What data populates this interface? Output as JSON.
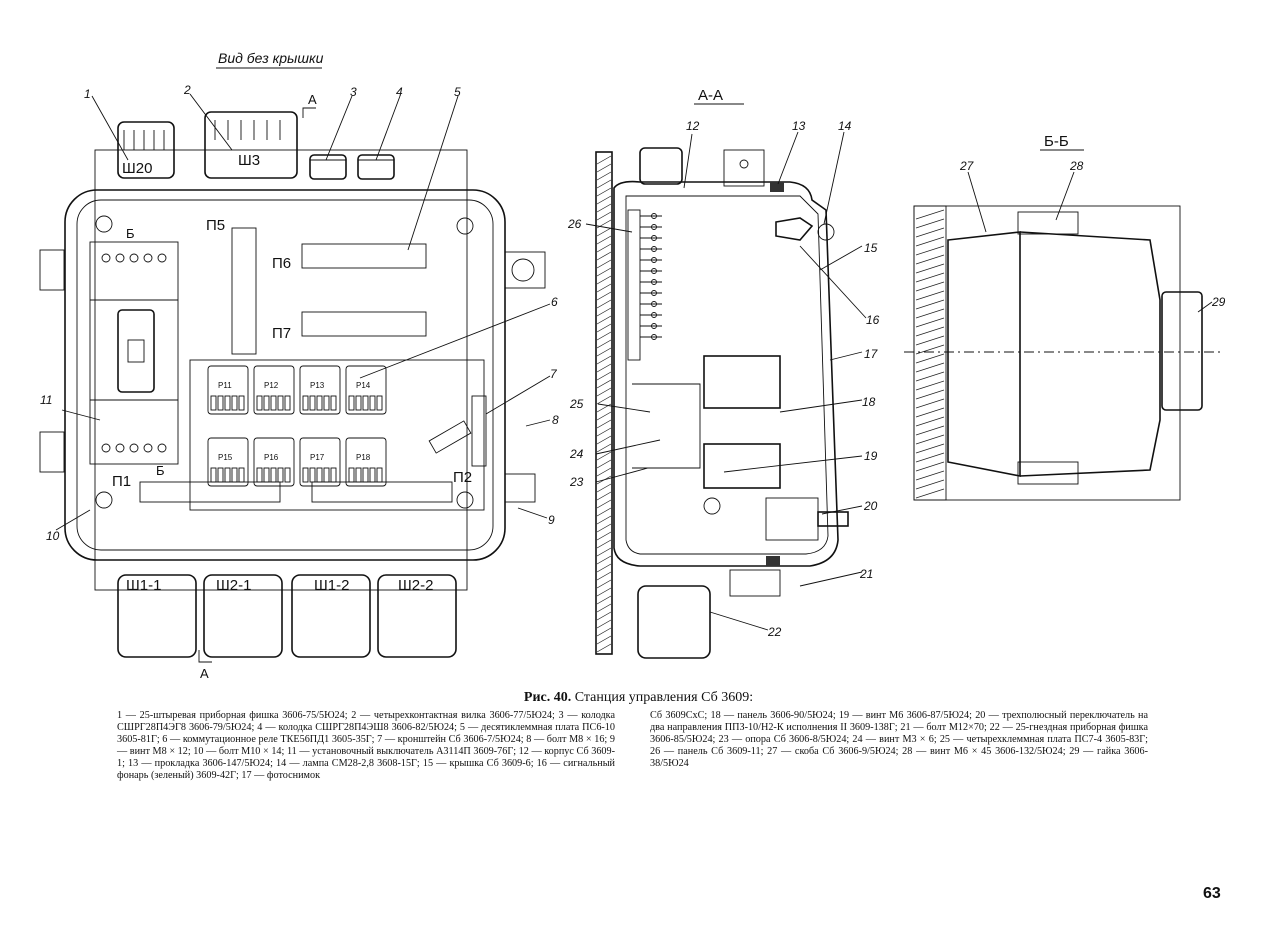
{
  "figure": {
    "caption_number": "Рис. 40.",
    "caption_title": "Станция управления Сб 3609:",
    "legend_left": "1 — 25-штыревая приборная фишка 3606-75/5Ю24; 2 — четырехконтактная вилка 3606-77/5Ю24; 3 — колодка СШРГ28П4ЭГ8 3606-79/5Ю24; 4 — колодка СШРГ28П4ЭШ8 3606-82/5Ю24; 5 — десятиклеммная плата ПС6-10 3605-81Г; 6 — коммутационное реле ТКЕ56ПД1 3605-35Г; 7 — кронштейн Сб 3606-7/5Ю24; 8 — болт М8 × 16; 9 — винт М8 × 12; 10 — болт М10 × 14; 11 — установочный выключатель А3114П 3609-76Г; 12 — корпус Сб 3609-1; 13 — прокладка 3606-147/5Ю24; 14 — лампа СМ28-2,8 3608-15Г; 15 — крышка Сб 3609-6; 16 — сигнальный фонарь (зеленый) 3609-42Г; 17 — фотоснимок",
    "legend_right": "Сб 3609СхС; 18 — панель 3606-90/5Ю24; 19 — винт М6 3606-87/5Ю24; 20 — трехполюсный переключатель на два направления ППЗ-10/Н2-К исполнения II 3609-138Г; 21 — болт М12×70; 22 — 25-гнездная приборная фишка 3606-85/5Ю24; 23 — опора Сб 3606-8/5Ю24; 24 — винт М3 × 6; 25 — четырехклеммная плата ПС7-4 3605-83Г; 26 — панель Сб 3609-11; 27 — скоба Сб 3606-9/5Ю24; 28 — винт М6 × 45 3606-132/5Ю24; 29 — гайка 3606-38/5Ю24",
    "page_number": "63"
  },
  "views": {
    "main_title": "Вид без крышки",
    "section_aa": "А-А",
    "section_bb": "Б-Б",
    "section_mark_a": "А",
    "section_mark_b": "Б"
  },
  "connectors_top": [
    "Ш20",
    "Ш3"
  ],
  "connectors_bottom": [
    "Ш1-1",
    "Ш2-1",
    "Ш1-2",
    "Ш2-2"
  ],
  "terminal_blocks": [
    "П5",
    "П6",
    "П7",
    "П1",
    "П2"
  ],
  "relays": [
    "Р11",
    "Р12",
    "Р13",
    "Р14",
    "Р15",
    "Р16",
    "Р17",
    "Р18"
  ],
  "callouts": {
    "c1": "1",
    "c2": "2",
    "c3": "3",
    "c4": "4",
    "c5": "5",
    "c6": "6",
    "c7": "7",
    "c8": "8",
    "c9": "9",
    "c10": "10",
    "c11": "11",
    "c12": "12",
    "c13": "13",
    "c14": "14",
    "c15": "15",
    "c16": "16",
    "c17": "17",
    "c18": "18",
    "c19": "19",
    "c20": "20",
    "c21": "21",
    "c22": "22",
    "c23": "23",
    "c24": "24",
    "c25": "25",
    "c26": "26",
    "c27": "27",
    "c28": "28",
    "c29": "29"
  }
}
